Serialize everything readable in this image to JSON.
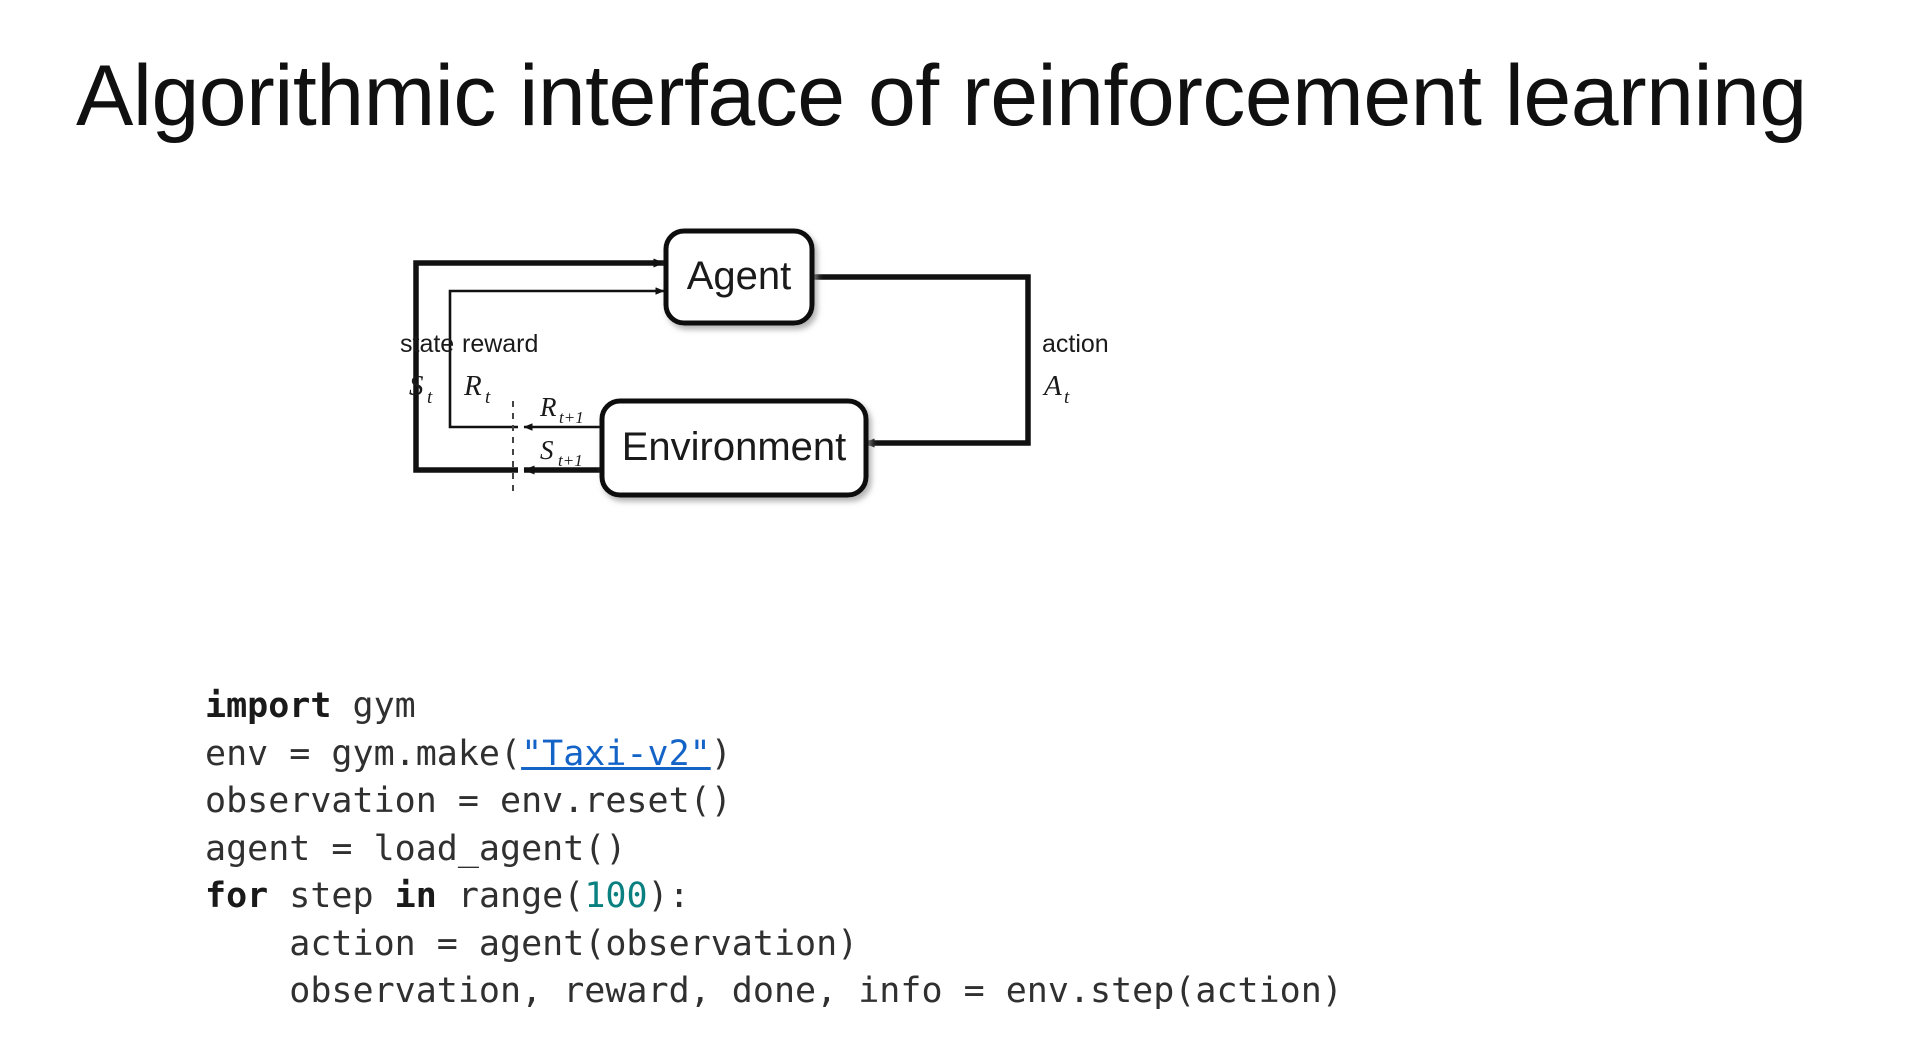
{
  "slide": {
    "title": "Algorithmic interface of reinforcement learning",
    "background_color": "#ffffff",
    "text_color": "#101010"
  },
  "diagram": {
    "name": "agent-environment-interaction-loop",
    "nodes": {
      "agent": "Agent",
      "environment": "Environment"
    },
    "edge_labels": {
      "state_word": "state",
      "state_symbol": "S",
      "state_subscript": "t",
      "reward_word": "reward",
      "reward_symbol": "R",
      "reward_subscript": "t",
      "action_word": "action",
      "action_symbol": "A",
      "action_subscript": "t",
      "next_reward_symbol": "R",
      "next_reward_subscript": "t+1",
      "next_state_symbol": "S",
      "next_state_subscript": "t+1"
    },
    "stroke_color": "#111111"
  },
  "code": {
    "language": "python",
    "colors": {
      "keyword": "#1a1a1a",
      "number": "#0b8080",
      "link": "#1464c8",
      "plain": "#303030"
    },
    "lines": [
      {
        "id": "line-1",
        "text": "import gym",
        "tokens": [
          {
            "t": "import",
            "k": "kw"
          },
          {
            "t": " gym",
            "k": "plain"
          }
        ]
      },
      {
        "id": "line-2",
        "text": "env = gym.make(\"Taxi-v2\")",
        "tokens": [
          {
            "t": "env = gym.make(",
            "k": "plain"
          },
          {
            "t": "\"Taxi-v2\"",
            "k": "link"
          },
          {
            "t": ")",
            "k": "plain"
          }
        ]
      },
      {
        "id": "line-3",
        "text": "observation = env.reset()",
        "tokens": [
          {
            "t": "observation = env.reset()",
            "k": "plain"
          }
        ]
      },
      {
        "id": "line-4",
        "text": "agent = load_agent()",
        "tokens": [
          {
            "t": "agent = load_agent()",
            "k": "plain"
          }
        ]
      },
      {
        "id": "line-5",
        "text": "for step in range(100):",
        "tokens": [
          {
            "t": "for",
            "k": "kw"
          },
          {
            "t": " step ",
            "k": "plain"
          },
          {
            "t": "in",
            "k": "kw"
          },
          {
            "t": " range(",
            "k": "plain"
          },
          {
            "t": "100",
            "k": "num"
          },
          {
            "t": "):",
            "k": "plain"
          }
        ]
      },
      {
        "id": "line-6",
        "text": "    action = agent(observation)",
        "tokens": [
          {
            "t": "    action = agent(observation)",
            "k": "plain"
          }
        ]
      },
      {
        "id": "line-7",
        "text": "    observation, reward, done, info = env.step(action)",
        "tokens": [
          {
            "t": "    observation, reward, done, info = env.step(action)",
            "k": "plain"
          }
        ]
      }
    ]
  }
}
